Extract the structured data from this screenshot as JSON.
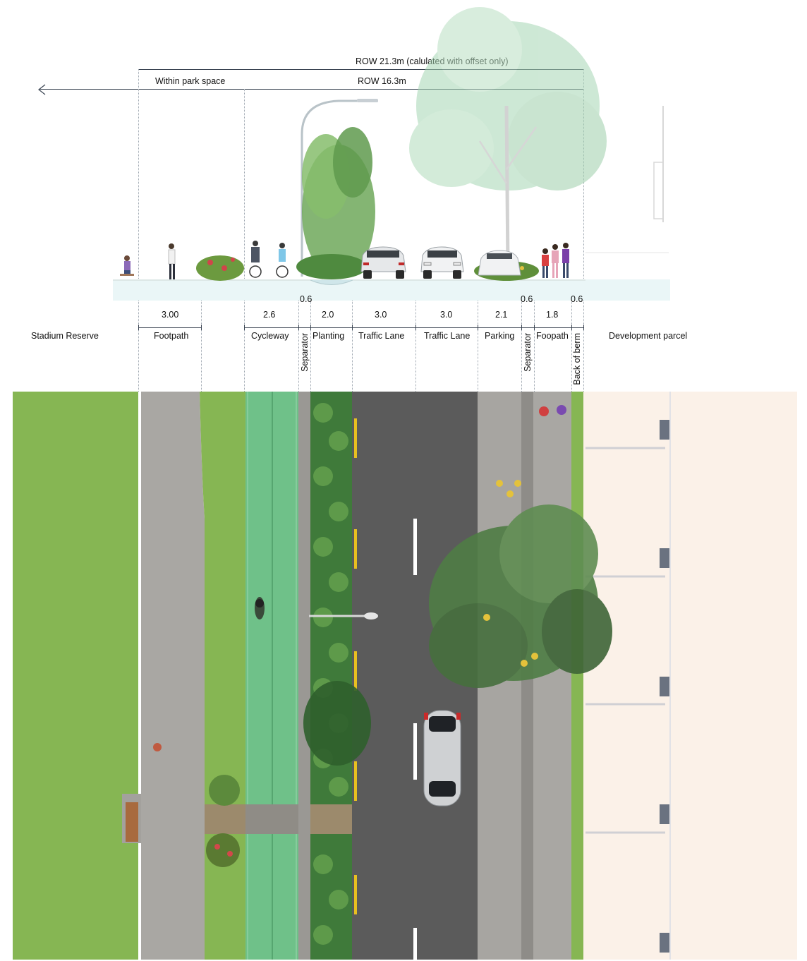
{
  "row_total_label": "ROW 21.3m (calulated with offset only)",
  "row_label": "ROW 16.3m",
  "park_label": "Within park space",
  "left_zone_label": "Stadium Reserve",
  "right_zone_label": "Development parcel",
  "widths": {
    "footpath": "3.00",
    "cycleway": "2.6",
    "separator_left": "0.6",
    "planting": "2.0",
    "traffic_lane_1": "3.0",
    "traffic_lane_2": "3.0",
    "parking": "2.1",
    "separator_right": "0.6",
    "foopath": "1.8",
    "back_of_berm": "0.6"
  },
  "zones": {
    "footpath": "Footpath",
    "cycleway": "Cycleway",
    "separator_left": "Separator",
    "planting": "Planting",
    "traffic_lane_1": "Traffic Lane",
    "traffic_lane_2": "Traffic Lane",
    "parking": "Parking",
    "separator_right": "Separator",
    "foopath": "Foopath",
    "back_of_berm": "Back of berm"
  },
  "colors": {
    "grass": "#7fb24a",
    "path": "#a8a6a2",
    "cycleway": "#6dbf85",
    "road": "#5c5c5c",
    "lane_marking_yellow": "#e8c020",
    "lane_marking_white": "#ffffff",
    "planting": "#3f7a3a",
    "development": "#fbf1e8"
  }
}
